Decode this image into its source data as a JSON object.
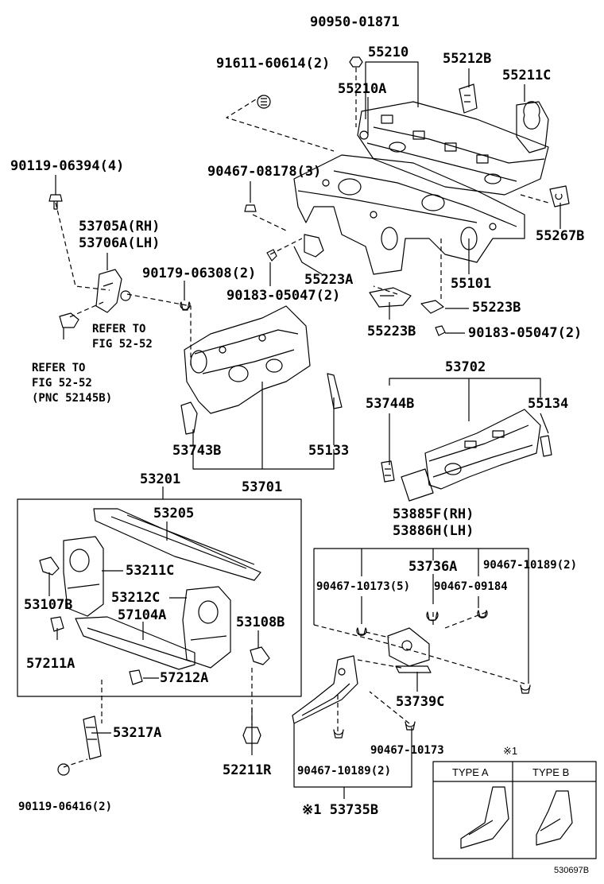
{
  "labels": [
    {
      "id": "l01",
      "text": "90950-01871"
    },
    {
      "id": "l02",
      "text": "91611-60614(2)"
    },
    {
      "id": "l03",
      "text": "55210"
    },
    {
      "id": "l04",
      "text": "55212B"
    },
    {
      "id": "l05",
      "text": "55211C"
    },
    {
      "id": "l06",
      "text": "55210A"
    },
    {
      "id": "l07",
      "text": "90119-06394(4)"
    },
    {
      "id": "l08",
      "text": "90467-08178(3)"
    },
    {
      "id": "l09",
      "text": "53705A(RH)"
    },
    {
      "id": "l10",
      "text": "53706A(LH)"
    },
    {
      "id": "l11",
      "text": "55267B"
    },
    {
      "id": "l12",
      "text": "90179-06308(2)"
    },
    {
      "id": "l13",
      "text": "55223A"
    },
    {
      "id": "l14",
      "text": "55101"
    },
    {
      "id": "l15",
      "text": "90183-05047(2)"
    },
    {
      "id": "l16",
      "text": "55223B"
    },
    {
      "id": "l17",
      "text": "55223B"
    },
    {
      "id": "l18",
      "text": "90183-05047(2)"
    },
    {
      "id": "l19",
      "text": "53702"
    },
    {
      "id": "l20",
      "text": "53744B"
    },
    {
      "id": "l21",
      "text": "55134"
    },
    {
      "id": "l22",
      "text": "53743B"
    },
    {
      "id": "l23",
      "text": "55133"
    },
    {
      "id": "l24",
      "text": "53701"
    },
    {
      "id": "l25",
      "text": "53201"
    },
    {
      "id": "l26",
      "text": "53205"
    },
    {
      "id": "l27",
      "text": "53885F(RH)"
    },
    {
      "id": "l28",
      "text": "53886H(LH)"
    },
    {
      "id": "l29",
      "text": "53211C"
    },
    {
      "id": "l30",
      "text": "53736A"
    },
    {
      "id": "l31",
      "text": "90467-10189(2)"
    },
    {
      "id": "l32",
      "text": "90467-10173(5)"
    },
    {
      "id": "l33",
      "text": "90467-09184"
    },
    {
      "id": "l34",
      "text": "53107B"
    },
    {
      "id": "l35",
      "text": "53212C"
    },
    {
      "id": "l36",
      "text": "57104A"
    },
    {
      "id": "l37",
      "text": "53108B"
    },
    {
      "id": "l38",
      "text": "57211A"
    },
    {
      "id": "l39",
      "text": "57212A"
    },
    {
      "id": "l40",
      "text": "53739C"
    },
    {
      "id": "l41",
      "text": "53217A"
    },
    {
      "id": "l42",
      "text": "90467-10173"
    },
    {
      "id": "l43",
      "text": "52211R"
    },
    {
      "id": "l44",
      "text": "90467-10189(2)"
    },
    {
      "id": "l45",
      "text": "90119-06416(2)"
    },
    {
      "id": "l46",
      "text": "※1 53735B"
    }
  ],
  "refer_notes": [
    {
      "id": "r1",
      "lines": [
        "REFER TO",
        "FIG 52-52"
      ]
    },
    {
      "id": "r2",
      "lines": [
        "REFER TO",
        "FIG 52-52",
        "(PNC 52145B)"
      ]
    }
  ],
  "type_box": {
    "mark": "※1",
    "type_a": "TYPE A",
    "type_b": "TYPE B"
  },
  "figure_id": "530697B",
  "colors": {
    "line": "#000000",
    "background": "#ffffff"
  }
}
